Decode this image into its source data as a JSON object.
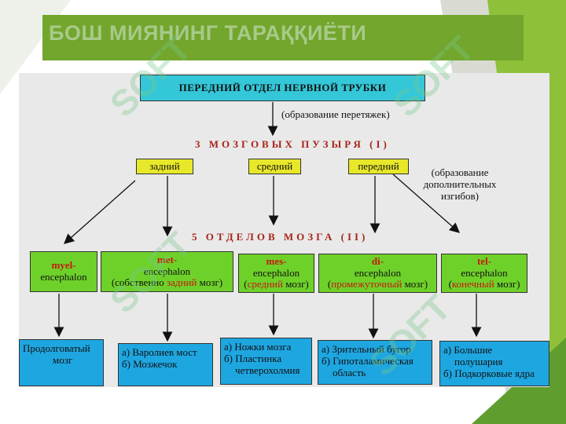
{
  "title": "БОШ МИЯНИНГ ТАРАҚҚИЁТИ",
  "top_box": "ПЕРЕДНИЙ ОТДЕЛ НЕРВНОЙ ТРУБКИ",
  "note_constriction": "(образование перетяжек)",
  "heading_vesicles": "3 МОЗГОВЫХ ПУЗЫРЯ (I)",
  "vesicles": {
    "back": "задний",
    "middle": "средний",
    "front": "передний"
  },
  "note_bends": {
    "line1": "(образование",
    "line2": "дополнительных",
    "line3": "изгибов)"
  },
  "heading_sections": "5 ОТДЕЛОВ МОЗГА (II)",
  "sections": [
    {
      "prefix": "myel-",
      "suffix": "encephalon",
      "note_pre": "",
      "note_red": "",
      "note_post": ""
    },
    {
      "prefix": "met-",
      "suffix": "encephalon",
      "note_pre": "(собственно ",
      "note_red": "задний",
      "note_post": " мозг)"
    },
    {
      "prefix": "mes-",
      "suffix": "encephalon",
      "note_pre": "(",
      "note_red": "средний",
      "note_post": " мозг)"
    },
    {
      "prefix": "di-",
      "suffix": "encephalon",
      "note_pre": "(",
      "note_red": "промежуточный",
      "note_post": " мозг)"
    },
    {
      "prefix": "tel-",
      "suffix": "encephalon",
      "note_pre": "(",
      "note_red": "конечный",
      "note_post": " мозг)"
    }
  ],
  "results": [
    {
      "l1": "Продолговатый",
      "l2": "мозг",
      "l3": ""
    },
    {
      "l1": "а) Варолиев мост",
      "l2": "б) Мозжечок",
      "l3": ""
    },
    {
      "l1": "а) Ножки мозга",
      "l2": "б) Пластинка",
      "l3": "четверохолмия"
    },
    {
      "l1": "а) Зрительный бугор",
      "l2": "б) Гипоталамическая",
      "l3": "область"
    },
    {
      "l1": "а) Большие",
      "l2": "полушария",
      "l3": "б) Подкорковые ядра"
    }
  ],
  "watermark": "SOFT",
  "colors": {
    "title_bar": "#72a62c",
    "cyan": "#33c7d8",
    "yellow": "#e8e82a",
    "green": "#6ed12a",
    "blue": "#1ea6e1",
    "red": "#c41a0e"
  }
}
